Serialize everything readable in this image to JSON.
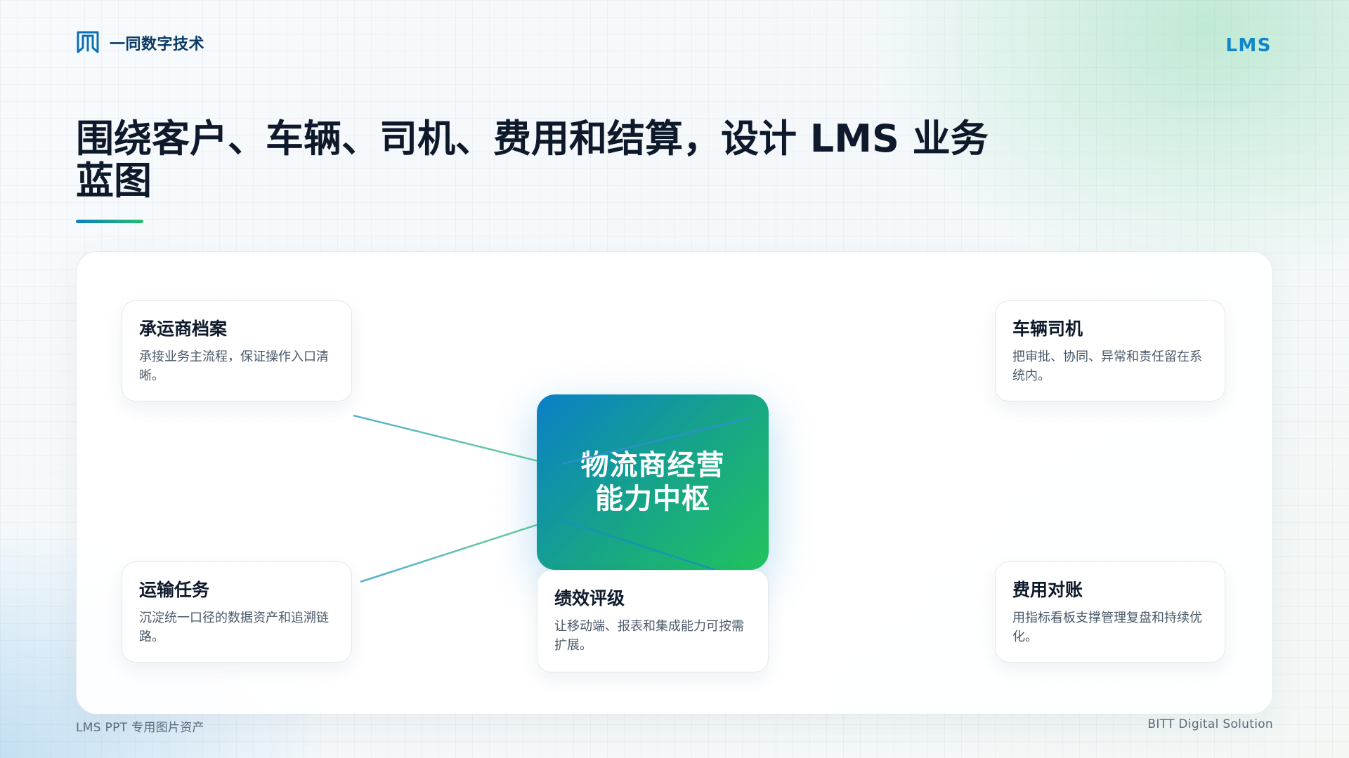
{
  "header": {
    "brand_name": "一同数字技术",
    "logo_icon": "brand-logo-icon",
    "top_tag": "LMS",
    "brand_color": "#0b6fb3",
    "accent_color": "#1186c9"
  },
  "main": {
    "title": "围绕客户、车辆、司机、费用和结算，设计 LMS 业务蓝图",
    "hub": {
      "title": "物流商经营能力中枢"
    },
    "modules": [
      {
        "id": "carrier",
        "title": "承运商档案",
        "desc": "承接业务主流程，保证操作入口清晰。"
      },
      {
        "id": "vehicle",
        "title": "车辆司机",
        "desc": "把审批、协同、异常和责任留在系统内。"
      },
      {
        "id": "transport",
        "title": "运输任务",
        "desc": "沉淀统一口径的数据资产和追溯链路。"
      },
      {
        "id": "performance",
        "title": "绩效评级",
        "desc": "让移动端、报表和集成能力可按需扩展。"
      },
      {
        "id": "expense",
        "title": "费用对账",
        "desc": "用指标看板支撑管理复盘和持续优化。"
      }
    ],
    "colors": {
      "gradient_start": "#0a7fc7",
      "gradient_end": "#22c35e"
    }
  },
  "footer": {
    "left": "LMS PPT 专用图片资产",
    "right": "BITT Digital Solution"
  }
}
